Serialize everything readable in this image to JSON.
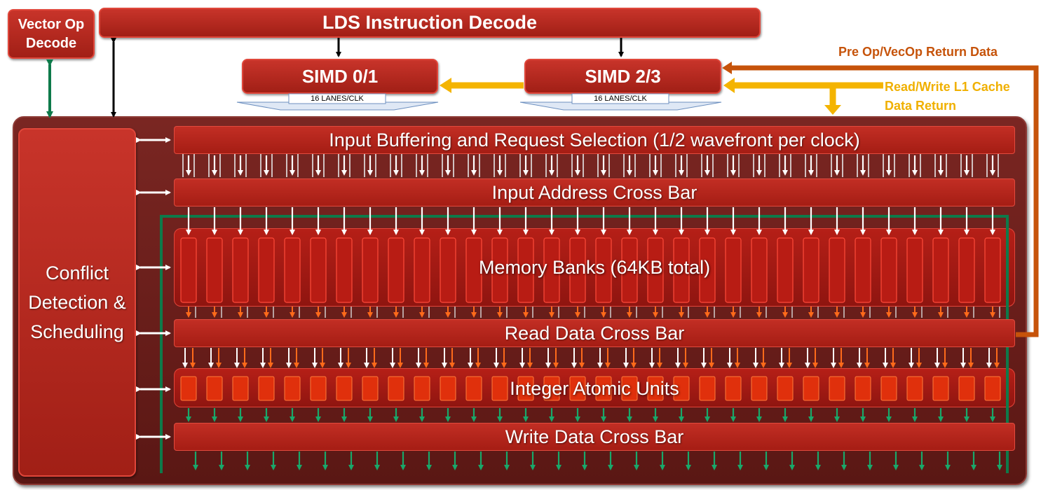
{
  "vector_op_decode": "Vector Op Decode",
  "lds_instruction_decode": "LDS Instruction Decode",
  "simd01": {
    "label": "SIMD 0/1",
    "lanes": "16 LANES/CLK"
  },
  "simd23": {
    "label": "SIMD 2/3",
    "lanes": "16 LANES/CLK"
  },
  "pre_op_return": "Pre Op/VecOp Return Data",
  "l1_cache_return": "Read/Write L1 Cache Data Return",
  "conflict_detection": "Conflict Detection & Scheduling",
  "input_buffering": "Input Buffering and Request Selection (1/2 wavefront per clock)",
  "input_address_crossbar": "Input Address Cross Bar",
  "memory_banks": "Memory Banks (64KB total)",
  "read_data_crossbar": "Read Data Cross Bar",
  "integer_atomic_units": "Integer Atomic Units",
  "write_data_crossbar": "Write Data Cross Bar",
  "colors": {
    "box_red": "#b3241b",
    "container": "#6b1f1b",
    "orange_path": "#c6530a",
    "yellow_path": "#f4b400",
    "green_path": "#0e7a4a"
  }
}
